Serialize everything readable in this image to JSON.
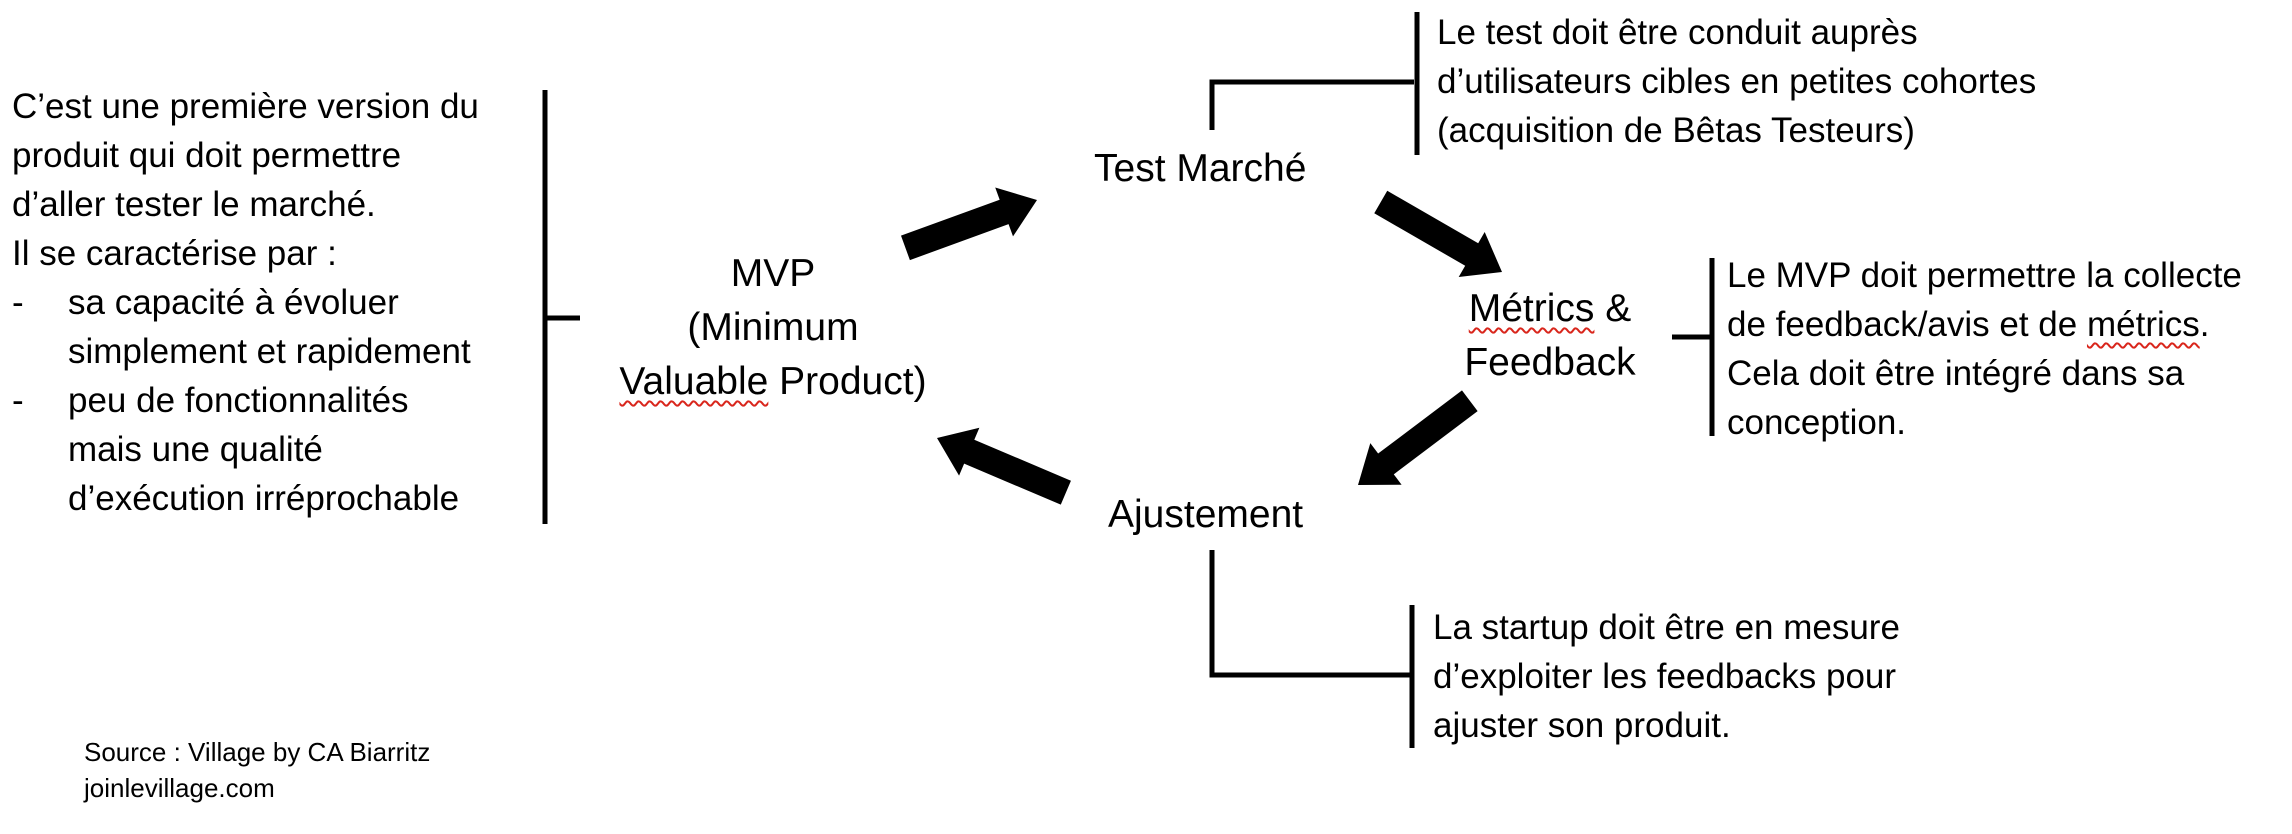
{
  "mvp_node": {
    "line1": "MVP",
    "line2": "(Minimum",
    "line3_word": "Valuable",
    "line3_rest": " Product)"
  },
  "test_node": {
    "label": "Test Marché"
  },
  "metrics_node": {
    "line1_word": "Métrics",
    "line1_rest": " &",
    "line2": "Feedback"
  },
  "ajustement_node": {
    "label": "Ajustement"
  },
  "left_description": {
    "line1": "C’est une première version du",
    "line2": "produit qui doit permettre",
    "line3": "d’aller tester le marché.",
    "line4": "Il se caractérise par :",
    "items": [
      {
        "line1": "sa capacité à évoluer",
        "line2": "simplement et rapidement"
      },
      {
        "line1": "peu de fonctionnalités",
        "line2": "mais une qualité",
        "line3": "d’exécution irréprochable"
      }
    ]
  },
  "test_description": {
    "line1": "Le test doit être conduit auprès",
    "line2": "d’utilisateurs cibles en petites cohortes",
    "line3": "(acquisition de Bêtas Testeurs)"
  },
  "metrics_description": {
    "line1": "Le MVP doit permettre la collecte",
    "line2_start": "de feedback/avis et de ",
    "line2_word": "métrics",
    "line2_end": ".",
    "line3": "Cela doit être intégré dans sa",
    "line4": "conception."
  },
  "ajustement_description": {
    "line1": "La startup doit être en mesure",
    "line2": "d’exploiter les feedbacks pour",
    "line3": "ajuster son produit."
  },
  "source": {
    "line1": "Source : Village by CA Biarritz",
    "line2": "joinlevillage.com"
  },
  "colors": {
    "text": "#000000",
    "spellcheck_underline": "#d9261c"
  }
}
